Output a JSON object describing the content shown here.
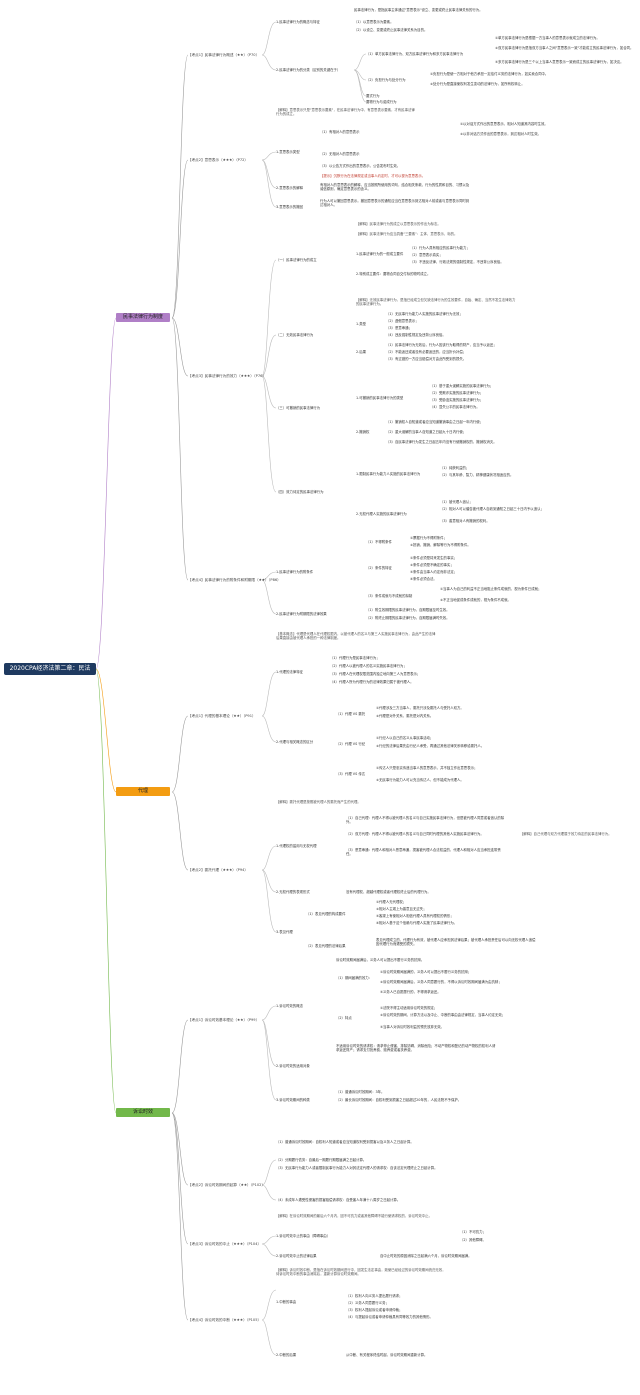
{
  "root": {
    "label": "2020CPA经济法第二章：民法"
  },
  "chapters": [
    {
      "id": "ch1",
      "label": "民事法律行为制度",
      "color": "#b07fc7"
    },
    {
      "id": "ch2",
      "label": "代理",
      "color": "#f39c12"
    },
    {
      "id": "ch3",
      "label": "诉讼时效",
      "color": "#72b84a"
    }
  ],
  "sections": [
    {
      "label": "【考点1】民事法律行为概述（★★）（P70）"
    },
    {
      "label": "【考点2】意思表示（★★★）（P72）"
    },
    {
      "label": "【考点3】民事法律行为的效力（★★★）（P76）"
    },
    {
      "label": "【考点4】民事法律行为的附条件和附期限（★★）（P86）"
    },
    {
      "label": "【考点1】代理的基本理论（★★）（P91）"
    },
    {
      "label": "【考点2】委托代理（★★★）（P94）"
    },
    {
      "label": "【考点1】诉讼时效基本理论（★★）（P99）"
    },
    {
      "label": "【考点2】诉讼时效期间的起算（★★）（P102）"
    },
    {
      "label": "【考点3】诉讼时效的中止（★★★）（P104）"
    },
    {
      "label": "【考点4】诉讼时效的中断（★★★）（P105）"
    }
  ],
  "ch1_nodes": {
    "n1": "1.民事法律行为的概念与特征",
    "n1a": "民事法律行为，是指民事主体通过\"意思表示\"设立、变更或终止民事法律关系的行为。",
    "n1b": "（1）以意思表示为要素。",
    "n1c": "（2）以设立、变更或终止民事法律关系为目的。",
    "n2": "2.民事法律行为的分类（区别的关键在于）",
    "n2a": "（1）单方民事法律行为、双方民事法律行为和多方民事法律行为",
    "n2a1": "①单方民事法律行为是根据一方当事人的意思表示就成立的法律行为。",
    "n2a2": "②双方民事法律行为是指双方当事人之间\"意思表示一致\"才能成立的民事法律行为，如合同。",
    "n2a3": "③多方民事法律行为是三个以上当事人意思表示一致而成立的民事法律行为，如决议。",
    "n2b": "（2）负担行为与处分行为",
    "n2b1": "①负担行为是使一方相对于他方承担一定给付义务的法律行为，如买卖合同中。",
    "n2b2": "②处分行为是直接使权利发生变动的法律行为，如所有权转让。",
    "n2c": "要式行为",
    "n2d": "要物行为与诺成行为",
    "p1": "【解释】意思表示只是\"意思表示要素\"，在民事法律行为中，有意思表示要素，才有民事法律行为的成立。",
    "n3": "1.意思表示类型",
    "n3a": "（1）有相对人的意思表示",
    "n3a1": "①以对话方式作出的意思表示，相对人知道其内容时生效。",
    "n3a2": "②以非对话方式作出的意思表示，到达相对人时生效。",
    "n3b": "（2）无相对人的意思表示",
    "n3c": "（3）以公告方式作出的意思表示，公告发布时生效。",
    "n3d": "【提示】沉默行为在法律规定或当事人约定时，才可以视为意思表示。",
    "n4": "2.意思表示的解释",
    "n4a": "有相对人的意思表示的解释，应当按照所使用的词句，结合相关条款、行为的性质和目的、习惯以及诚信原则，确定意思表示的含义。",
    "n5": "3.意思表示的撤回",
    "n5a": "行为人可以撤回意思表示。撤回意思表示的通知应当在意思表示到达相对人前或者与意思表示同时到达相对人。",
    "c1": "（一）民事法律行为的成立",
    "c1a": "【解释】民事法律行为的成立以意思表示的作出为标志。",
    "c1b": "【解释】民事法律行为应当具备\"三要素\"：主体、意思表示、标的。",
    "c1c": "1.民事法律行为的一般成立要件",
    "c1c1": "（1）行为人具有相应的民事行为能力；",
    "c1c2": "（2）意思表示真实；",
    "c1c3": "（3）不违反法律、行政法规的强制性规定，不违背公序良俗。",
    "c1d": "2.特别成立要件：要物合同自交付标的物时成立。",
    "c2": "（二）无效民事法律行为",
    "c2a": "【解释】无效民事法律行为，是指已经成立但欠缺法律行为的生效要件，自始、确定、当然不发生法律效力的民事法律行为。",
    "c2b": "1.类型",
    "c2b1": "（1）无民事行为能力人实施的民事法律行为无效；",
    "c2b2": "（2）虚假意思表示；",
    "c2b3": "（3）恶意串通；",
    "c2b4": "（4）违反强制性规定及违背公序良俗。",
    "c2c": "2.后果",
    "c2c1": "（1）民事法律行为无效后，行为人因该行为取得的财产，应当予以返还；",
    "c2c2": "（2）不能返还或者没有必要返还的，应当折价补偿；",
    "c2c3": "（3）有过错的一方应当赔偿对方由此所受到的损失。",
    "c3": "（三）可撤销的民事法律行为",
    "c3a": "1.可撤销的民事法律行为的类型",
    "c3a1": "（1）基于重大误解实施的民事法律行为；",
    "c3a2": "（2）受欺诈实施的民事法律行为；",
    "c3a3": "（3）受胁迫实施的民事法律行为；",
    "c3a4": "（4）显失公平的民事法律行为。",
    "c3b": "2.撤销权",
    "c3b1": "（1）撤销权人自知道或者应当知道撤销事由之日起一年内行使；",
    "c3b2": "（2）重大误解的当事人自知道之日起九十日内行使；",
    "c3b3": "（3）自民事法律行为发生之日起五年内没有行使撤销权的，撤销权消灭。",
    "c4": "（四）效力待定的民事法律行为",
    "c4a": "1.限制民事行为能力人实施的民事法律行为",
    "c4a1": "（1）纯获利益的；",
    "c4a2": "（2）与其年龄、智力、精神健康状况相适应的。",
    "c4b": "2.无权代理人实施的民事法律行为",
    "c4b1": "（1）被代理人追认；",
    "c4b2": "（2）相对人可以催告被代理人自收到通知之日起三十日内予以追认；",
    "c4b3": "（3）善意相对人有撤销的权利。",
    "e1": "1.民事法律行为的附条件",
    "e1a": "（1）不得附条件",
    "e1a1": "①票据行为不得附条件；",
    "e1a2": "②抵销、撤销、解除等行为不得附条件。",
    "e1b": "（2）条件的特征",
    "e1b1": "①条件必须是将来发生的事实；",
    "e1b2": "②条件必须是不确定的事实；",
    "e1b3": "③条件由当事人约定而非法定；",
    "e1b4": "④条件必须合法。",
    "e1c": "（3）条件成就与不成就的拟制",
    "e1c1": "①当事人为自己的利益不正当地阻止条件成就的，视为条件已成就；",
    "e1c2": "②不正当地促成条件成就的，视为条件不成就。",
    "e2": "2.民事法律行为附期限的法律效果",
    "e2a": "（1）附生效期限的民事法律行为，自期限届至时生效。",
    "e2b": "（2）附终止期限的民事法律行为，自期限届满时失效。"
  },
  "ch2_nodes": {
    "a0": "【基本概念】代理是代理人在代理权限内，以被代理人的名义与第三人实施民事法律行为，由此产生的法律后果直接由被代理人承担的一种法律制度。",
    "a1": "1.代理的法律特征",
    "a1a": "（1）代理行为是民事法律行为；",
    "a1b": "（2）代理人以被代理人的名义实施民事法律行为；",
    "a1c": "（3）代理人在代理权限范围内独立地向第三人为意思表示；",
    "a1d": "（4）代理人所为代理行为的法律效果归属于被代理人。",
    "a2": "2.代理与相关概念的区分",
    "a2a": "（1）代理 VS 委托",
    "a2a1": "①代理涉及三方当事人，委托只涉及委托人与受托人双方。",
    "a2a2": "②代理是对外关系，委托是对内关系。",
    "a2b": "（2）代理 VS 行纪",
    "a2b1": "①行纪人以自己的名义从事民事活动；",
    "a2b2": "②行纪的法律后果先由行纪人承受，再通过其他法律关系转移给委托人。",
    "a2c": "（3）代理 VS 传达",
    "a2c1": "①传达人只是忠实传递当事人的意思表示，并不独立作出意思表示；",
    "a2c2": "②无民事行为能力人可以充当传达人，但不能成为代理人。",
    "b0": "【解释】委托代理是按照被代理人的委托而产生的代理。",
    "b1": "1.代理权的滥用与无权代理",
    "b1a": "（1）自己代理：代理人不得以被代理人的名义与自己实施民事法律行为，但是被代理人同意或者追认的除外。",
    "b1b": "（2）双方代理：代理人不得以被代理人的名义与自己同时代理的其他人实施民事法律行为。",
    "b1c": "（3）恶意串通：代理人和相对人恶意串通，损害被代理人合法权益的，代理人和相对人应当承担连带责任。",
    "b1n": "【解释】自己代理与双方代理属于效力待定的民事法律行为。",
    "b2": "2.无权代理的表现形式",
    "b2a": "没有代理权、超越代理权或者代理权终止后的代理行为。",
    "b3": "3.表见代理",
    "b3a": "（1）表见代理的构成要件",
    "b3a1": "①代理人无代理权；",
    "b3a2": "②相对人主观上为善意且无过失；",
    "b3a3": "③客观上有使相对人相信代理人具有代理权的情形；",
    "b3a4": "④相对人基于这个信赖与代理人实施了民事法律行为。",
    "b3b": "（2）表见代理的法律后果",
    "b3b1": "表见代理成立的，代理行为有效，被代理人应承担其法律后果；被代理人承担责任后可以向无权代理人追偿因代理行为而遭受的损失。"
  },
  "ch3_nodes": {
    "s1": "1.诉讼时效的概念",
    "s1a": "诉讼时效期间届满后，义务人可以提出不履行义务的抗辩。",
    "s1b": "（1）期间届满的效力：",
    "s1b1": "①诉讼时效期间届满的，义务人可以提出不履行义务的抗辩；",
    "s1b2": "②诉讼时效期间届满后，义务人同意履行的，不得以诉讼时效期间届满为由抗辩；",
    "s1b3": "③义务人已自愿履行的，不得请求返还。",
    "s1c": "（2）特点",
    "s1c1": "①法院不得主动适用诉讼时效的规定；",
    "s1c2": "②诉讼时效的期间、计算方法以及中止、中断的事由由法律规定，当事人约定无效；",
    "s1c3": "③当事人对诉讼时效利益的预先放弃无效。",
    "s1d": "2.诉讼时效的适用对象",
    "s1d1": "不适用诉讼时效的请求权：请求停止侵害、排除妨碍、消除危险；不动产物权和登记的动产物权的权利人请求返还财产；请求支付抚养费、赡养费或者扶养费。",
    "s1e": "3.诉讼时效期间的种类",
    "s1e1": "（1）普通诉讼时效期间：3年。",
    "s1e2": "（2）最长诉讼时效期间：自权利受到损害之日起超过20年的，人民法院不予保护。",
    "t1": "（1）普通诉讼时效期间：自权利人知道或者应当知道权利受到损害以及义务人之日起计算。",
    "t2": "（2）分期履行债务：自最后一期履行期限届满之日起计算。",
    "t3": "（3）无民事行为能力人或者限制民事行为能力人对其法定代理人的请求权：自该法定代理终止之日起计算。",
    "t4": "（4）未成年人遭受性侵害的损害赔偿请求权：自受害人年满十八周岁之日起计算。",
    "u0": "【解释】在诉讼时效期间的最后六个月内，因不可抗力或者其他障碍不能行使请求权的，诉讼时效中止。",
    "u1": "1.诉讼时效中止的事由（障碍事由）",
    "u1a": "（1）不可抗力；",
    "u1b": "（2）其他障碍。",
    "u2": "2.诉讼时效中止的法律后果",
    "u2a": "自中止时效的原因消除之日起满六个月，诉讼时效期间届满。",
    "v0": "【解释】诉讼时效中断，是指在诉讼时效期间进行中，因发生法定事由，致使已经经过的诉讼时效期间统归无效，待诉讼时效中断的事由消除后，重新计算诉讼时效期间。",
    "v1": "1.中断的事由",
    "v1a": "（1）权利人向义务人提出履行请求；",
    "v1b": "（2）义务人同意履行义务；",
    "v1c": "（3）权利人提起诉讼或者申请仲裁；",
    "v1d": "（4）与提起诉讼或者申请仲裁具有同等效力的其他情形。",
    "v2": "2.中断的后果",
    "v2a": "从中断、有关程序终结时起，诉讼时效期间重新计算。"
  }
}
